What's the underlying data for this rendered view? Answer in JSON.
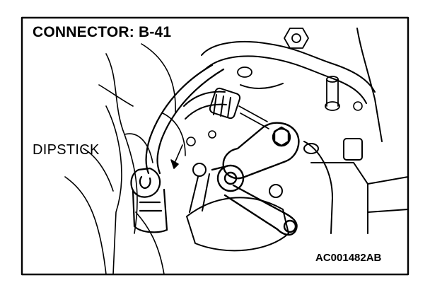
{
  "figure": {
    "title": "CONNECTOR: B-41",
    "callout": "DIPSTICK",
    "figure_id": "AC001482AB"
  },
  "colors": {
    "ink": "#000000",
    "paper": "#ffffff"
  }
}
